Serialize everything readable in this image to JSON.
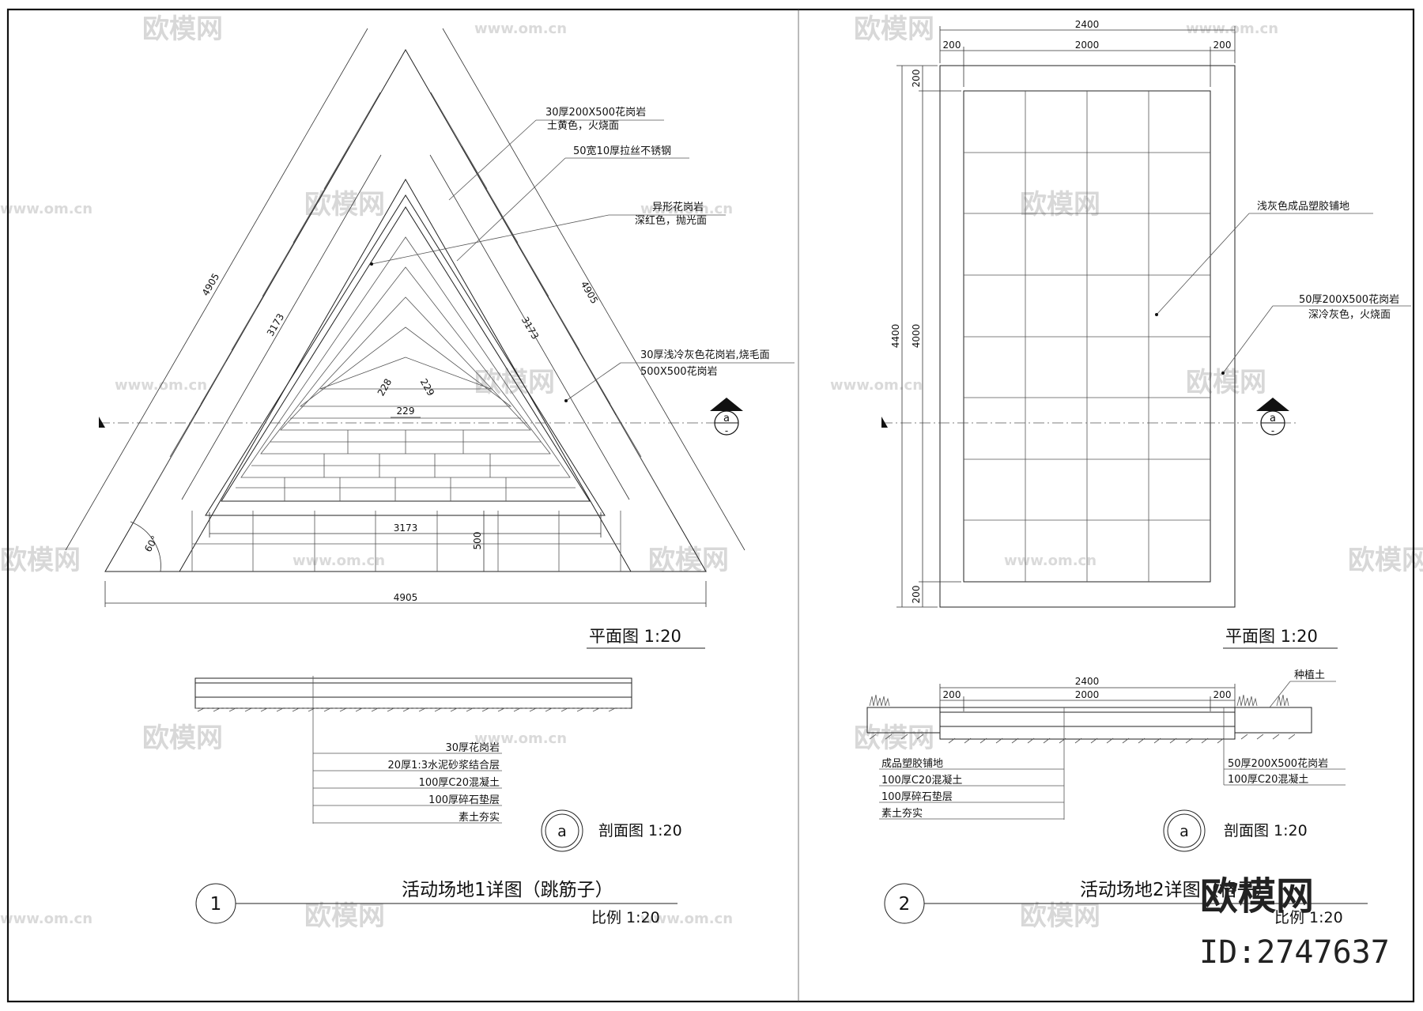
{
  "sheet1": {
    "plan": {
      "dims": {
        "outer_side_left": "4905",
        "outer_side_right": "4905",
        "inner_side_left": "3173",
        "inner_side_right": "3173",
        "inner_base": "3173",
        "band_width": "500",
        "overall_base": "4905",
        "center_left": "228",
        "center_right": "229",
        "center_base": "229",
        "angle": "60°"
      },
      "notes": [
        {
          "line1": "30厚200X500花岗岩",
          "line2": "土黄色，火烧面"
        },
        {
          "line1": "50宽10厚拉丝不锈钢",
          "line2": ""
        },
        {
          "line1": "异形花岗岩",
          "line2": "深红色，抛光面"
        },
        {
          "line1": "30厚浅冷灰色花岗岩,烧毛面",
          "line2": "500X500花岗岩"
        }
      ],
      "section_mark": "a",
      "title": "平面图 1:20"
    },
    "section": {
      "layers": [
        "30厚花岗岩",
        "20厚1:3水泥砂浆结合层",
        "100厚C20混凝土",
        "100厚碎石垫层",
        "素土夯实"
      ],
      "mark": "a",
      "title": "剖面图 1:20"
    },
    "number": "1",
    "title": "活动场地1详图（跳筋子）",
    "scale": "比例 1:20"
  },
  "sheet2": {
    "plan": {
      "dims": {
        "total_width": "2400",
        "border_left": "200",
        "inner_width": "2000",
        "border_right": "200",
        "total_height": "4400",
        "inner_height": "4000",
        "border_top": "200",
        "border_bottom": "200"
      },
      "notes": [
        {
          "line1": "浅灰色成品塑胶铺地",
          "line2": ""
        },
        {
          "line1": "50厚200X500花岗岩",
          "line2": "深冷灰色，火烧面"
        }
      ],
      "section_mark": "a",
      "title": "平面图 1:20"
    },
    "section": {
      "dims": {
        "total": "2400",
        "left": "200",
        "inner": "2000",
        "right": "200"
      },
      "soil_label": "种植土",
      "layers_left": [
        "成品塑胶铺地",
        "100厚C20混凝土",
        "100厚碎石垫层",
        "素土夯实"
      ],
      "layers_right": [
        "50厚200X500花岗岩",
        "100厚C20混凝土"
      ],
      "mark": "a",
      "title": "剖面图 1:20"
    },
    "number": "2",
    "title": "活动场地2详图（格子）",
    "scale": "比例 1:20"
  },
  "watermark": {
    "brand": "欧模网",
    "url": "www.om.cn"
  },
  "branding": {
    "name": "欧模网",
    "id": "ID:2747637"
  }
}
